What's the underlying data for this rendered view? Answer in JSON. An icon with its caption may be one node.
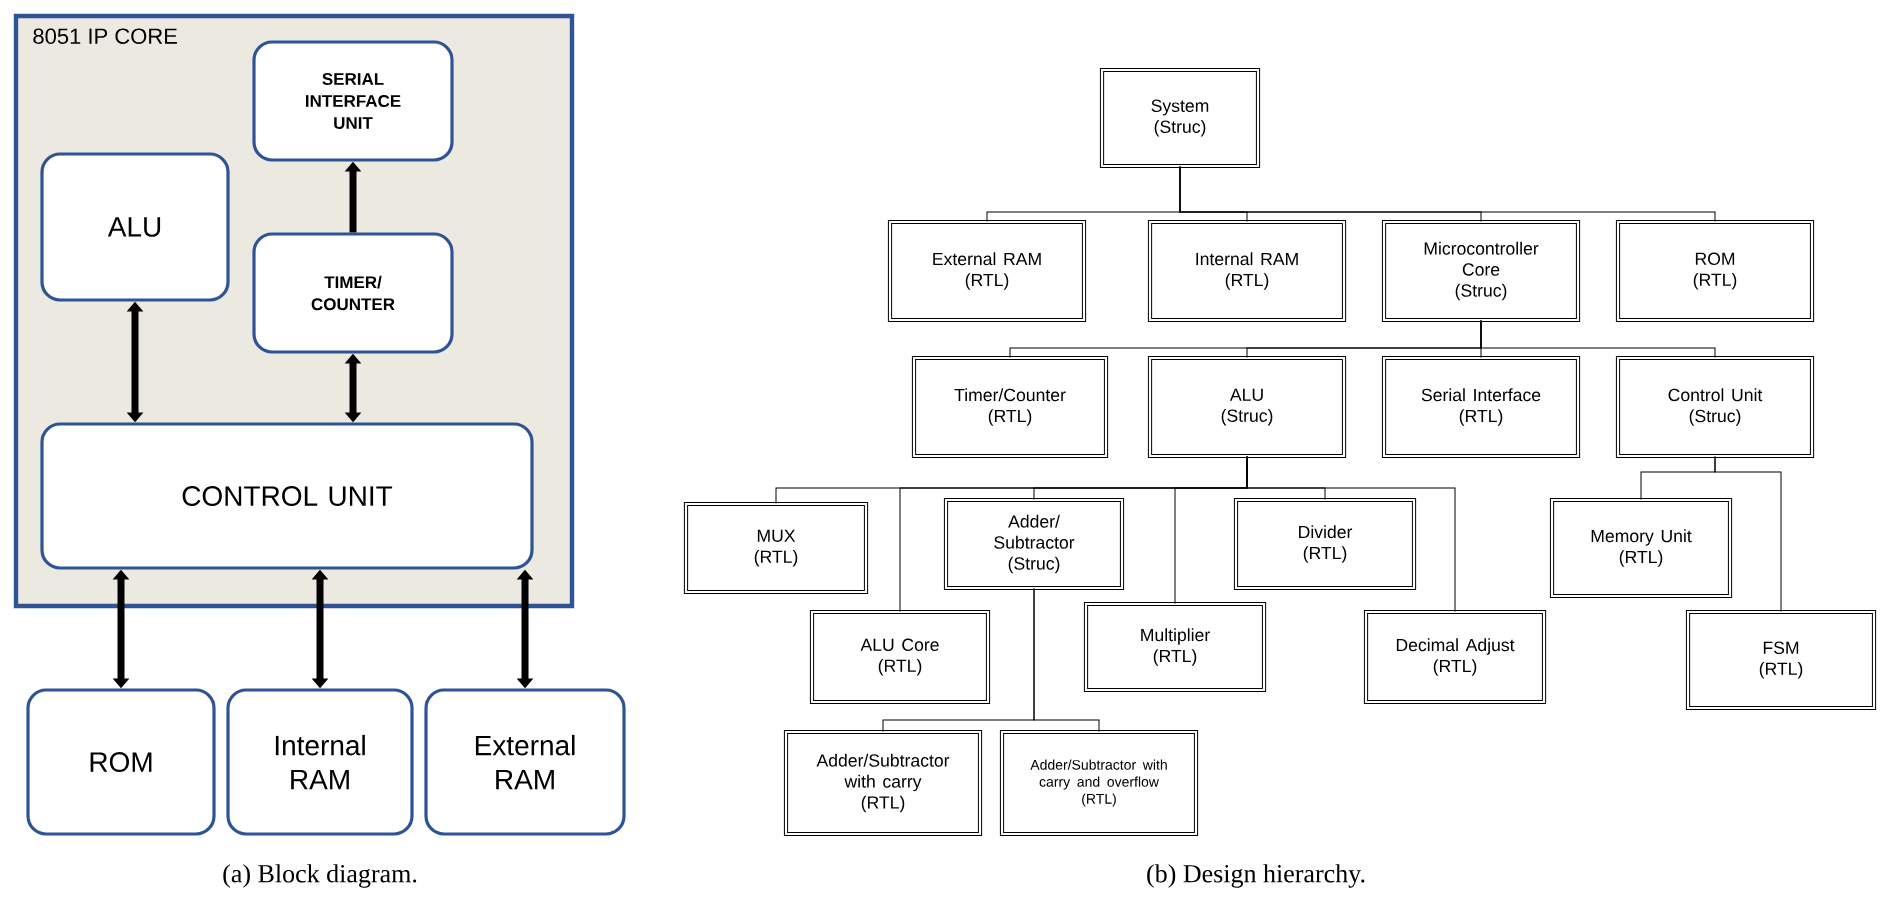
{
  "diagram": {
    "nodes": [
      {
        "text": [
          "8051 IP CORE"
        ]
      },
      {
        "text": [
          "SERIAL INTERFACE UNIT"
        ],
        "in": 0
      },
      {
        "text": [
          "ALU"
        ],
        "in": 0
      },
      {
        "text": [
          "TIMER/ COUNTER"
        ],
        "in": 0
      },
      {
        "text": [
          "CONTROL UNIT"
        ],
        "in": 0
      },
      {
        "text": [
          "ROM"
        ]
      },
      {
        "text": [
          "Internal RAM"
        ]
      },
      {
        "text": [
          "External RAM"
        ]
      },
      {
        "text": [
          "System",
          "(Struc)"
        ]
      },
      {
        "text": [
          "External RAM",
          "(RTL)"
        ]
      },
      {
        "text": [
          "Internal RAM",
          "(RTL)"
        ]
      },
      {
        "text": [
          "Microcontroller Core",
          "(Struc)"
        ]
      },
      {
        "text": [
          "ROM",
          "(RTL)"
        ]
      },
      {
        "text": [
          "Timer/Counter",
          "(RTL)"
        ]
      },
      {
        "text": [
          "ALU",
          "(Struc)"
        ]
      },
      {
        "text": [
          "Serial Interface",
          "(RTL)"
        ]
      },
      {
        "text": [
          "Control Unit",
          "(Struc)"
        ]
      },
      {
        "text": [
          "MUX",
          "(RTL)"
        ]
      },
      {
        "text": [
          "Adder/ Subtractor",
          "(Struc)"
        ]
      },
      {
        "text": [
          "Divider",
          "(RTL)"
        ]
      },
      {
        "text": [
          "Memory Unit",
          "(RTL)"
        ]
      },
      {
        "text": [
          "ALU Core",
          "(RTL)"
        ]
      },
      {
        "text": [
          "Multiplier",
          "(RTL)"
        ]
      },
      {
        "text": [
          "Decimal Adjust",
          "(RTL)"
        ]
      },
      {
        "text": [
          "FSM",
          "(RTL)"
        ]
      },
      {
        "text": [
          "Adder/Subtractor with carry",
          "(RTL)"
        ]
      },
      {
        "text": [
          "Adder/Subtractor with carry and overflow",
          "(RTL)"
        ]
      }
    ],
    "edges": [
      {
        "from": 3,
        "to": 1,
        "arrow": "to",
        "style": "thick"
      },
      {
        "from": 2,
        "to": 4,
        "arrow": "both",
        "style": "thick"
      },
      {
        "from": 3,
        "to": 4,
        "arrow": "both",
        "style": "thick"
      },
      {
        "from": 4,
        "to": 5,
        "arrow": "both",
        "style": "thick"
      },
      {
        "from": 4,
        "to": 6,
        "arrow": "both",
        "style": "thick"
      },
      {
        "from": 4,
        "to": 7,
        "arrow": "both",
        "style": "thick"
      },
      {
        "from": 8,
        "to": 9,
        "arrow": "none"
      },
      {
        "from": 8,
        "to": 10,
        "arrow": "none"
      },
      {
        "from": 8,
        "to": 11,
        "arrow": "none"
      },
      {
        "from": 8,
        "to": 12,
        "arrow": "none"
      },
      {
        "from": 11,
        "to": 13,
        "arrow": "none"
      },
      {
        "from": 11,
        "to": 14,
        "arrow": "none"
      },
      {
        "from": 11,
        "to": 15,
        "arrow": "none"
      },
      {
        "from": 11,
        "to": 16,
        "arrow": "none"
      },
      {
        "from": 14,
        "to": 17,
        "arrow": "none"
      },
      {
        "from": 14,
        "to": 21,
        "arrow": "none"
      },
      {
        "from": 14,
        "to": 18,
        "arrow": "none"
      },
      {
        "from": 14,
        "to": 22,
        "arrow": "none"
      },
      {
        "from": 14,
        "to": 19,
        "arrow": "none"
      },
      {
        "from": 14,
        "to": 23,
        "arrow": "none"
      },
      {
        "from": 16,
        "to": 20,
        "arrow": "none"
      },
      {
        "from": 16,
        "to": 24,
        "arrow": "none"
      },
      {
        "from": 18,
        "to": 25,
        "arrow": "none"
      },
      {
        "from": 18,
        "to": 26,
        "arrow": "none"
      }
    ],
    "labels": [
      "(a) Block diagram.",
      "(b) Design hierarchy."
    ]
  }
}
